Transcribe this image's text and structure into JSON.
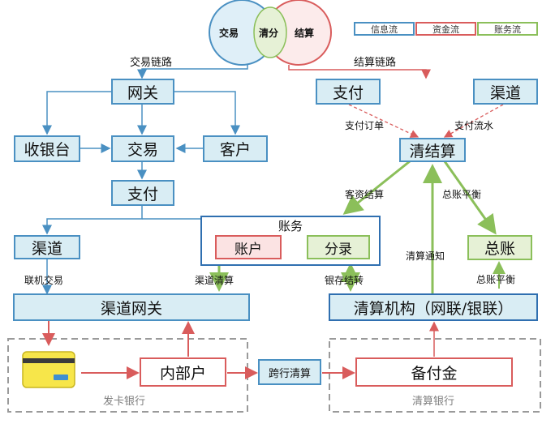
{
  "venn": {
    "trade": "交易",
    "clear": "清分",
    "settle": "结算"
  },
  "legend": {
    "info": "信息流",
    "fund": "资金流",
    "account": "账务流"
  },
  "colors": {
    "info": "#4a90c2",
    "fund": "#d95c5c",
    "account": "#8bbf5a",
    "dark_blue": "#2f6fb0"
  },
  "labels": {
    "trade_chain": "交易链路",
    "settle_chain": "结算链路",
    "pay_order": "支付订单",
    "pay_flow": "支付流水",
    "customer_settle": "客资结算",
    "ledger_balance": "总账平衡",
    "clear_notice": "清算通知",
    "ledger_balance2": "总账平衡",
    "online_trade": "联机交易",
    "channel_clear": "渠道清算",
    "deposit_transfer": "银存结转"
  },
  "nodes": {
    "gateway": "网关",
    "cashier": "收银台",
    "trade": "交易",
    "customer": "客户",
    "pay_left": "支付",
    "channel_left": "渠道",
    "accounting": "账务",
    "account": "账户",
    "entry": "分录",
    "channel_gateway": "渠道网关",
    "pay_right": "支付",
    "channel_right": "渠道",
    "clear_settle": "清结算",
    "ledger": "总账",
    "clearing_org": "清算机构（网联/银联）",
    "internal_account": "内部户",
    "cross_bank": "跨行清算",
    "reserve": "备付金"
  },
  "banks": {
    "issuer": "发卡银行",
    "clearing": "清算银行"
  }
}
